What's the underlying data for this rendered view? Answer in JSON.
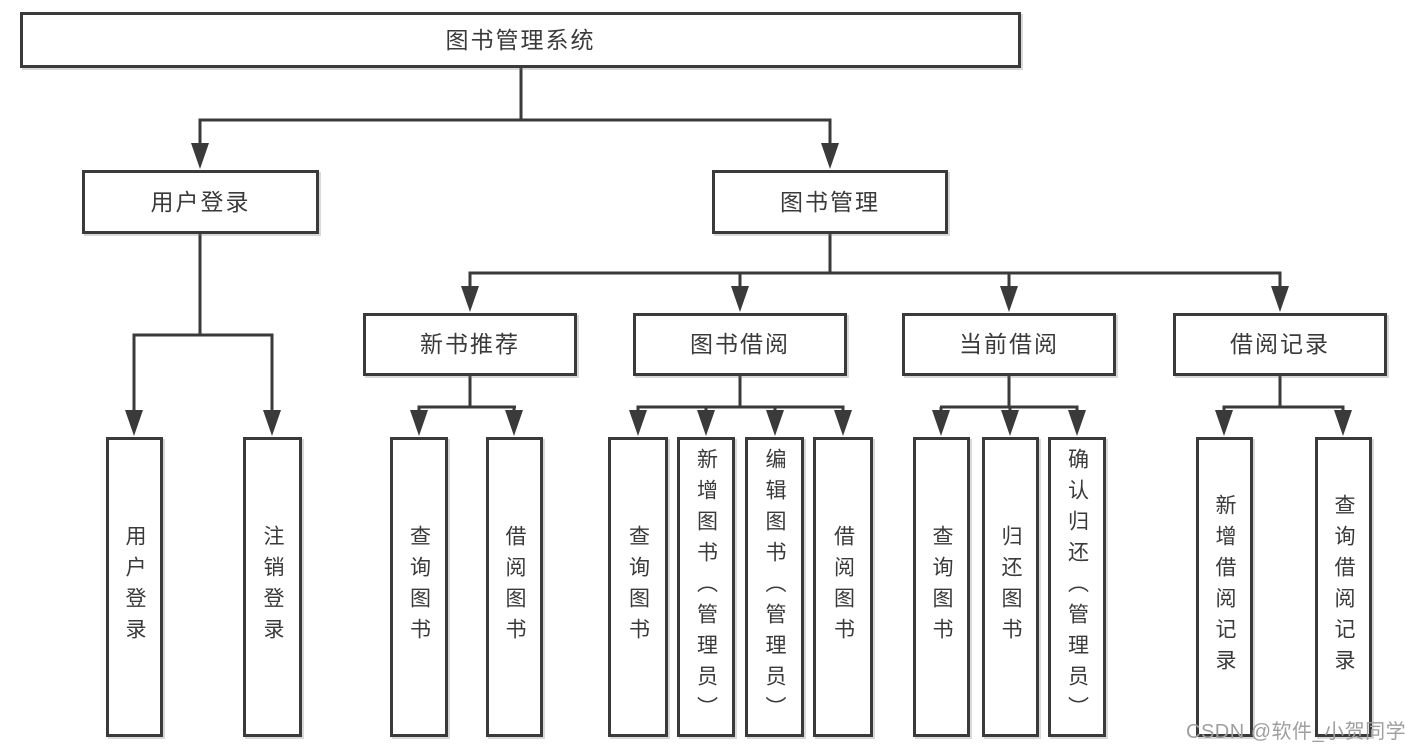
{
  "tree": {
    "label": "图书管理系统",
    "children": [
      {
        "label": "用户登录",
        "children": [
          {
            "label": "用户登录"
          },
          {
            "label": "注销登录"
          }
        ]
      },
      {
        "label": "图书管理",
        "children": [
          {
            "label": "新书推荐",
            "children": [
              {
                "label": "查询图书"
              },
              {
                "label": "借阅图书"
              }
            ]
          },
          {
            "label": "图书借阅",
            "children": [
              {
                "label": "查询图书"
              },
              {
                "label": "新增图书（管理员）"
              },
              {
                "label": "编辑图书（管理员）"
              },
              {
                "label": "借阅图书"
              }
            ]
          },
          {
            "label": "当前借阅",
            "children": [
              {
                "label": "查询图书"
              },
              {
                "label": "归还图书"
              },
              {
                "label": "确认归还（管理员）"
              }
            ]
          },
          {
            "label": "借阅记录",
            "children": [
              {
                "label": "新增借阅记录"
              },
              {
                "label": "查询借阅记录"
              }
            ]
          }
        ]
      }
    ]
  },
  "watermark": {
    "text": "CSDN @软件_小贺同学"
  },
  "colors": {
    "line": "#3a3a3a",
    "text": "#3a3a3a",
    "watermark": "#9f9f9f",
    "background": "#ffffff"
  }
}
